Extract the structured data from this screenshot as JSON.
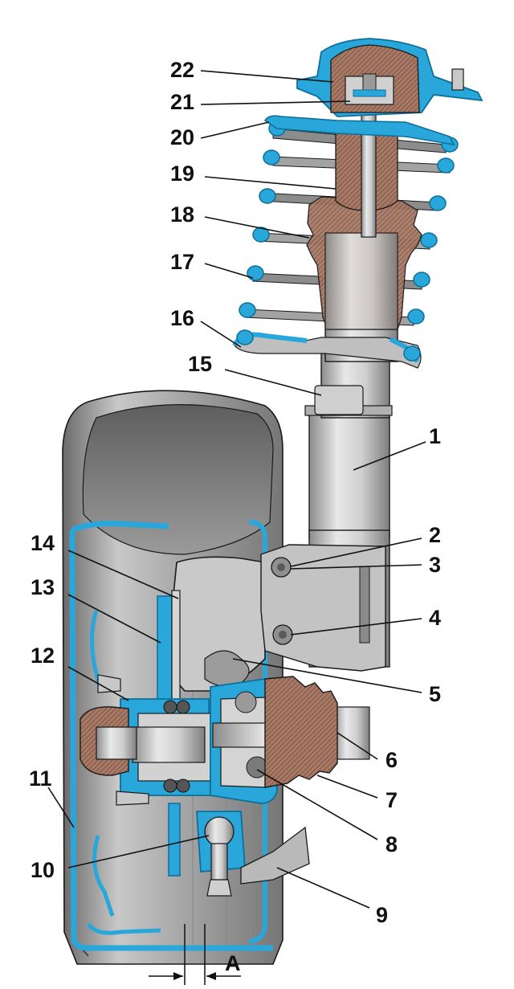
{
  "colors": {
    "blue": "#2aa7da",
    "blue_dark": "#0b6f9a",
    "rubber": "#a87a66",
    "rubber_dark": "#7d5647",
    "steel_light": "#e3e3e3",
    "steel_mid": "#bdbdbd",
    "steel_dark": "#8c8c8c",
    "tire_dark": "#6f6f6f",
    "tire_mid": "#a9a9a9",
    "tire_light": "#d9d9d9"
  },
  "callouts": [
    {
      "num": "1"
    },
    {
      "num": "2"
    },
    {
      "num": "3"
    },
    {
      "num": "4"
    },
    {
      "num": "5"
    },
    {
      "num": "6"
    },
    {
      "num": "7"
    },
    {
      "num": "8"
    },
    {
      "num": "9"
    },
    {
      "num": "10"
    },
    {
      "num": "11"
    },
    {
      "num": "12"
    },
    {
      "num": "13"
    },
    {
      "num": "14"
    },
    {
      "num": "15"
    },
    {
      "num": "16"
    },
    {
      "num": "17"
    },
    {
      "num": "18"
    },
    {
      "num": "19"
    },
    {
      "num": "20"
    },
    {
      "num": "21"
    },
    {
      "num": "22"
    }
  ],
  "dimension": {
    "label": "A"
  }
}
